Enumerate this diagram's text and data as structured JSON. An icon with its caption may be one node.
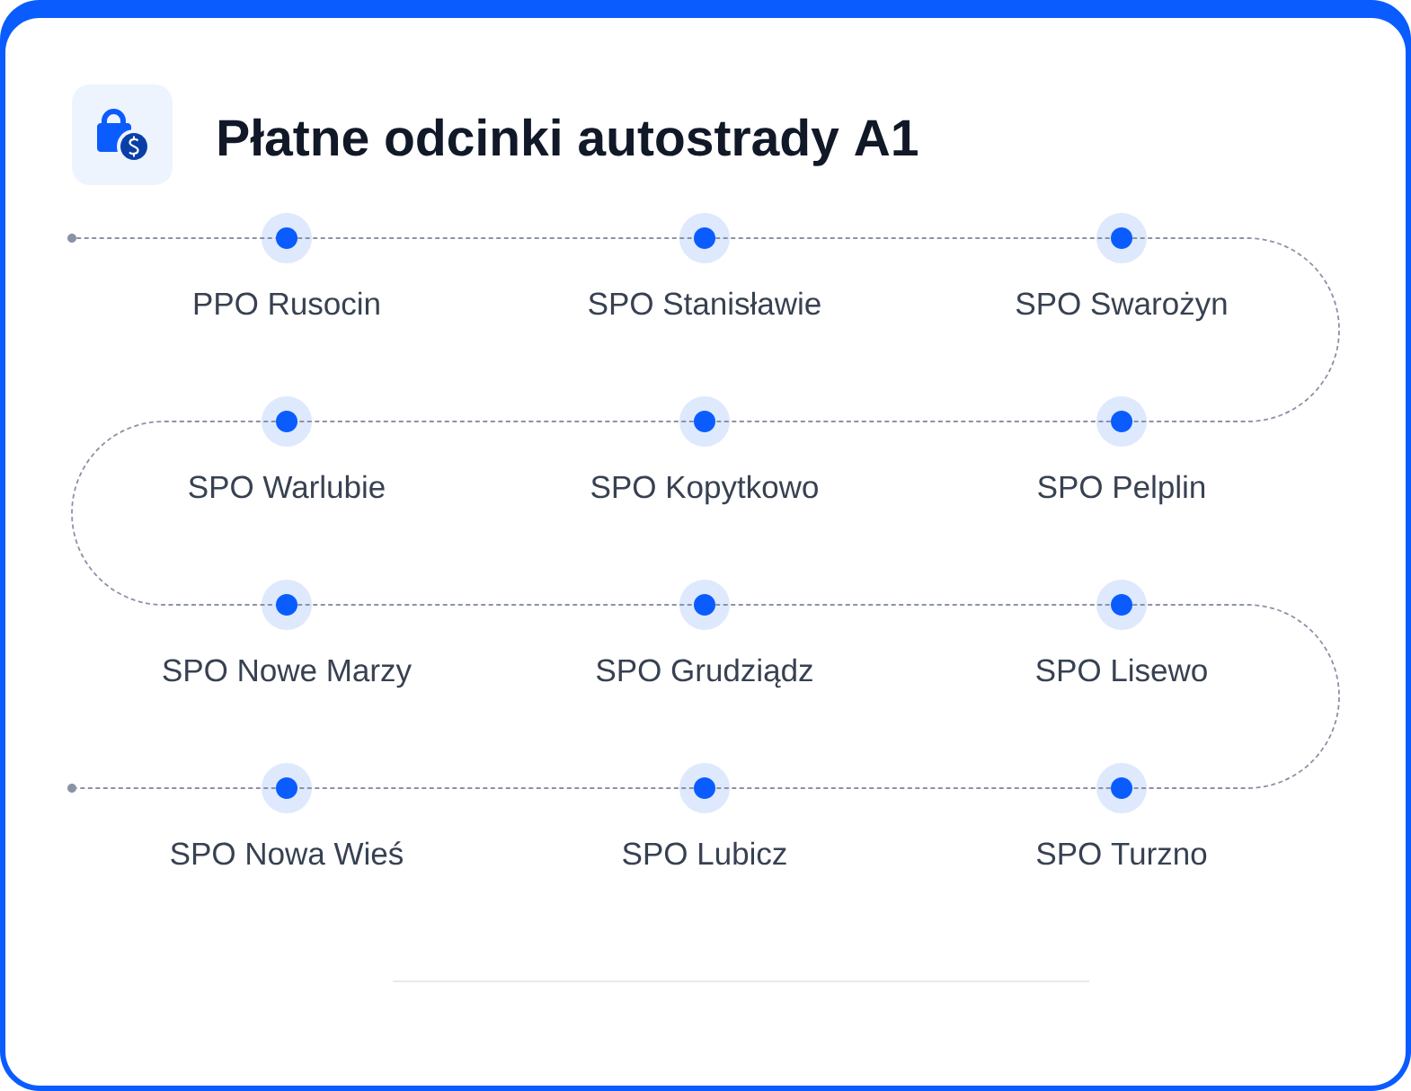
{
  "diagram": {
    "title": "Płatne odcinki autostrady A1",
    "nodes": [
      {
        "text": [],
        "shape": "dot"
      },
      {
        "text": [
          "PPO Rusocin"
        ]
      },
      {
        "text": [
          "SPO Stanisławie"
        ]
      },
      {
        "text": [
          "SPO Swarożyn"
        ]
      },
      {
        "text": [
          "SPO Warlubie"
        ]
      },
      {
        "text": [
          "SPO Kopytkowo"
        ]
      },
      {
        "text": [
          "SPO Pelplin"
        ]
      },
      {
        "text": [
          "SPO Nowe Marzy"
        ]
      },
      {
        "text": [
          "SPO Grudziądz"
        ]
      },
      {
        "text": [
          "SPO Lisewo"
        ]
      },
      {
        "text": [],
        "shape": "dot"
      },
      {
        "text": [
          "SPO Nowa Wieś"
        ]
      },
      {
        "text": [
          "SPO Lubicz"
        ]
      },
      {
        "text": [
          "SPO Turzno"
        ]
      }
    ],
    "edges": [
      {
        "from": 0,
        "to": 1,
        "arrow": "none",
        "style": "dashed"
      },
      {
        "from": 1,
        "to": 2,
        "arrow": "none",
        "style": "dashed"
      },
      {
        "from": 2,
        "to": 3,
        "arrow": "none",
        "style": "dashed"
      },
      {
        "from": 3,
        "to": 6,
        "arrow": "none",
        "style": "dashed"
      },
      {
        "from": 6,
        "to": 5,
        "arrow": "none",
        "style": "dashed"
      },
      {
        "from": 5,
        "to": 4,
        "arrow": "none",
        "style": "dashed"
      },
      {
        "from": 4,
        "to": 7,
        "arrow": "none",
        "style": "dashed"
      },
      {
        "from": 7,
        "to": 8,
        "arrow": "none",
        "style": "dashed"
      },
      {
        "from": 8,
        "to": 9,
        "arrow": "none",
        "style": "dashed"
      },
      {
        "from": 9,
        "to": 13,
        "arrow": "none",
        "style": "dashed"
      },
      {
        "from": 13,
        "to": 12,
        "arrow": "none",
        "style": "dashed"
      },
      {
        "from": 12,
        "to": 11,
        "arrow": "none",
        "style": "dashed"
      },
      {
        "from": 11,
        "to": 10,
        "arrow": "none",
        "style": "dashed"
      }
    ]
  }
}
